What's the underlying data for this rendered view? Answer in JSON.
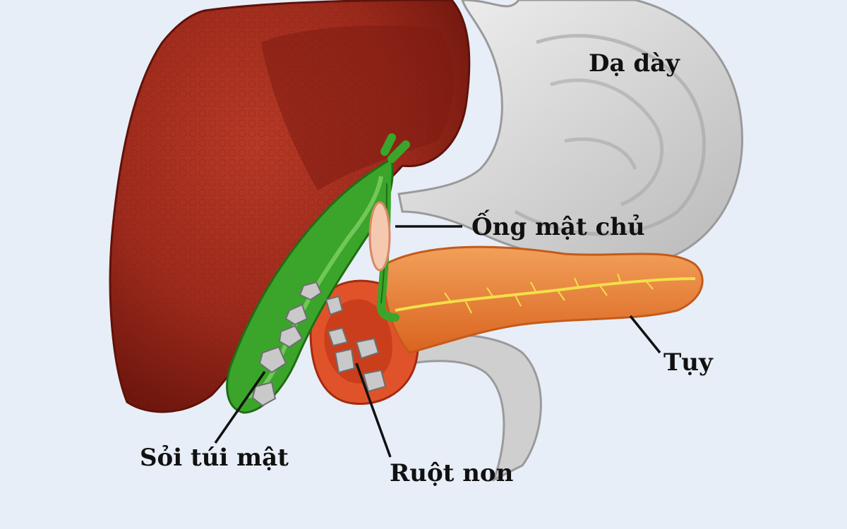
{
  "labels": {
    "stomach": "Dạ dày",
    "common_bile_duct": "Ống mật chủ",
    "pancreas": "Tụy",
    "gallstones": "Sỏi túi mật",
    "small_intestine": "Ruột non"
  },
  "colors": {
    "background": "#e7eef8",
    "liver": "#9c2a1c",
    "liver_dark": "#7d1c12",
    "gallbladder": "#3aa52a",
    "pancreas": "#e5782b",
    "stomach": "#d6d6d6",
    "duodenum": "#e0532a",
    "duct": "#f2e04a",
    "leader_line": "#111111"
  }
}
